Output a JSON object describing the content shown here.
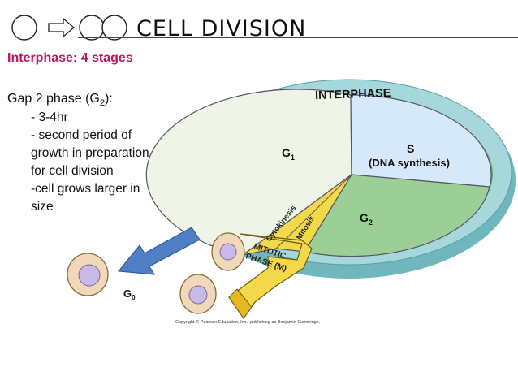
{
  "header": {
    "title": "CELL DIVISION",
    "icons": [
      "circle-icon",
      "arrow-icon",
      "circle-icon",
      "circle-icon"
    ]
  },
  "content": {
    "subtitle": "Interphase: 4 stages",
    "phase_heading_prefix": "Gap 2 phase (G",
    "phase_heading_sub": "2",
    "phase_heading_suffix": "):",
    "bullets": [
      "- 3-4hr",
      "- second period of",
      "growth in preparation",
      "for cell division",
      "-cell grows larger in",
      "size"
    ]
  },
  "diagram": {
    "ring_label": "INTERPHASE",
    "g1_label": "G",
    "g1_sub": "1",
    "s_label": "S",
    "s_detail": "(DNA synthesis)",
    "g2_label": "G",
    "g2_sub": "2",
    "cytokinesis_label": "Cytokinesis",
    "mitosis_label": "Mitosis",
    "mitotic_line1": "MITOTIC",
    "mitotic_line2": "PHASE (M)",
    "g0_label": "G",
    "g0_sub": "0",
    "copyright": "Copyright © Pearson Education, Inc., publishing as Benjamin Cummings.",
    "colors": {
      "title_accent": "#c0145e",
      "g1": "#eef4e6",
      "s": "#d6e9fb",
      "g2": "#9bcf96",
      "mitotic": "#f3d84a",
      "ring": "#9fd2d6",
      "g0_arrow": "#4f7fc4",
      "cell": "#f0d8b8",
      "nucleus": "#c9b9e6"
    }
  }
}
